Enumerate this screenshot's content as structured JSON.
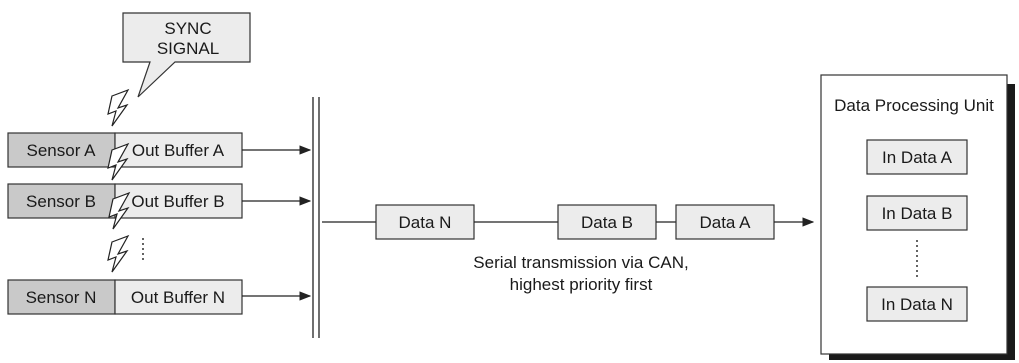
{
  "sync_signal": [
    "SYNC",
    "SIGNAL"
  ],
  "sensors": [
    {
      "sensor": "Sensor A",
      "buffer": "Out Buffer A"
    },
    {
      "sensor": "Sensor B",
      "buffer": "Out Buffer B"
    },
    {
      "sensor": "Sensor N",
      "buffer": "Out Buffer N"
    }
  ],
  "bus_frames": [
    "Data N",
    "Data B",
    "Data A"
  ],
  "caption": [
    "Serial transmission via CAN,",
    "highest priority first"
  ],
  "processing_unit": {
    "title": "Data Processing Unit",
    "inputs": [
      "In Data A",
      "In Data B",
      "In Data N"
    ]
  }
}
